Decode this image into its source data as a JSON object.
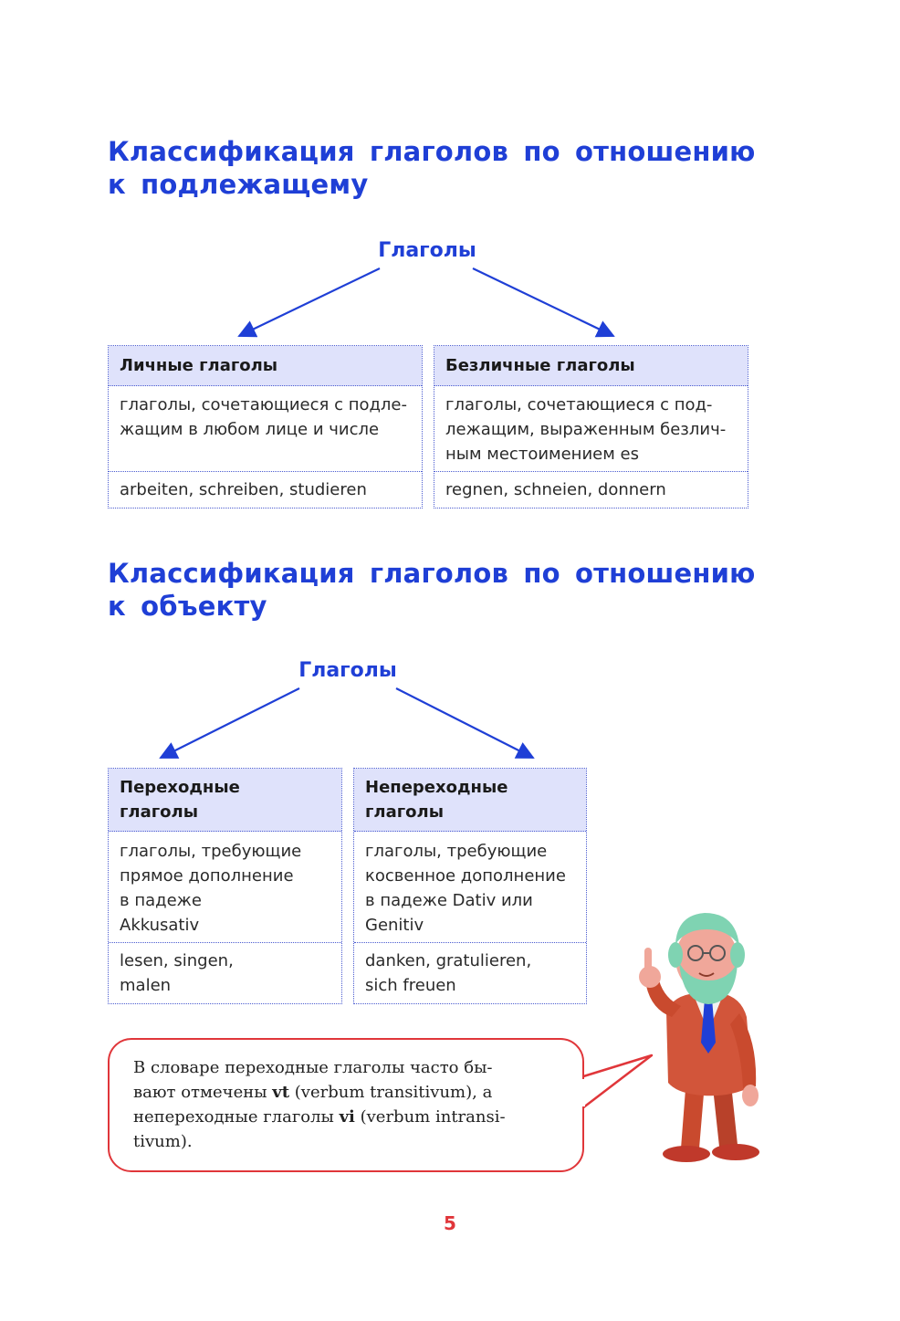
{
  "section1": {
    "title": "Классификация глаголов по отношению\nк подлежащему",
    "root": "Глаголы",
    "left": {
      "head": "Личные глаголы",
      "desc": "глаголы, сочетающиеся с подле-\nжащим в любом лице и числе",
      "examples": "arbeiten, schreiben, studieren"
    },
    "right": {
      "head": "Безличные глаголы",
      "desc": "глаголы, сочетающиеся с под-\nлежащим, выраженным безлич-\nным местоимением es",
      "examples": "regnen, schneien, donnern"
    }
  },
  "section2": {
    "title": "Классификация глаголов по отношению\nк объекту",
    "root": "Глаголы",
    "left": {
      "head": "Переходные\nглаголы",
      "desc": "глаголы, требующие\nпрямое дополнение\nв падеже\nAkkusativ",
      "examples": "lesen, singen,\nmalen"
    },
    "right": {
      "head": "Непереходные\nглаголы",
      "desc": "глаголы, требующие\nкосвенное дополнение\nв падеже Dativ или\nGenitiv",
      "examples": "danken, gratulieren,\nsich freuen"
    }
  },
  "note": {
    "line1": "В словаре переходные глаголы часто бы-",
    "line2_pre": "вают отмечены ",
    "line2_bold": "vt",
    "line2_post": " (verbum transitivum), а",
    "line3_pre": "непереходные глаголы ",
    "line3_bold": "vi",
    "line3_post": " (verbum intransi-",
    "line4": "tivum)."
  },
  "illustration": "teacher-character-pointing",
  "page_number": "5",
  "colors": {
    "title": "#1f3fd6",
    "box_head_bg": "#dfe2fb",
    "note_border": "#e0363a"
  }
}
